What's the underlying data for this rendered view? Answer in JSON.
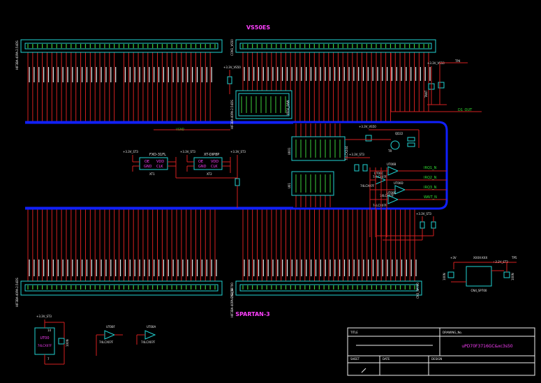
{
  "sheet": {
    "top_title": "VS50ES",
    "bottom_title": "SPARTAN-3",
    "colors": {
      "background": "#000000",
      "wire": "#d42020",
      "bus": "#1020ff",
      "component": "#22d3d3",
      "pin": "#3ccf3c",
      "title": "#ff40ff",
      "label": "#f0f0f0",
      "net_label": "#33e033"
    }
  },
  "connectors": {
    "top_left_label": "HIF3BA-40PA-2.54DS",
    "top_right_label": "CON1_VS50",
    "top_right_label2": "HIF3BA-40PA-2.54DS",
    "bottom_left_label": "HIF3BA-40PA-2.54DS",
    "bottom_right_label": "CN2_SP700",
    "bottom_right_label2": "CN3_SP700",
    "bottom_right_label3": "HIF3BA-40PA-2.54DS"
  },
  "top_area": {
    "vgnd_label": "VGND",
    "d1_label": "D1_OUT",
    "power_label": "+3.3V_VS50",
    "power_label2": "+3.3V_VS50",
    "tp_label": "TP4",
    "cap_label": "TANT",
    "vs50_label": "VS50_RAW"
  },
  "oscillators": {
    "xt1": {
      "name": "FXO-31FL",
      "ref": "XT1",
      "power": "+3.3V_ST3",
      "pins": [
        "OE",
        "VDD",
        "GND",
        "CLK"
      ]
    },
    "xt2": {
      "name": "XT-DIP8P",
      "ref": "XT2",
      "power": "+3.3V_ST3",
      "pins": [
        "OE",
        "VDD",
        "GND",
        "CLK"
      ]
    },
    "res_power": "+3.3V_ST3"
  },
  "center_ics": {
    "u1_ref": "U001",
    "u1_label": "74LCX244",
    "u2_ref": "U01",
    "pwr": "+3.3V_VS50",
    "q_label": "QD22",
    "tr_label": "TR",
    "pwr2": "+3.3V_ST3",
    "buffers": [
      {
        "ref": "UT00B",
        "part": "74LCX07F"
      },
      {
        "ref": "UT00C",
        "part": "74LCX07F"
      },
      {
        "ref": "UT00D",
        "part": "74LCX07F"
      },
      {
        "ref": "UT00E",
        "part": "74LCX07F"
      }
    ],
    "nets": [
      "IRQ1_N",
      "IRQ2_N",
      "IRQ3_N",
      "WAIT_N"
    ],
    "bottom_pwr": "+3.3V_ST3"
  },
  "right_block": {
    "part": "CN4_SP700",
    "pwr1": "+3V",
    "pwr2": "+3.3V_ST3",
    "osc_label": "XXXX-XXX",
    "tp_label": "TP5",
    "cap_label": "100N",
    "cap2_label": "100N"
  },
  "bottom_left": {
    "power": "+3.3V_ST3",
    "ic_ref": "UT00",
    "ic_part": "74LCX07F",
    "pin_top": "14",
    "pin_bot": "7",
    "cap_label": "100N",
    "buf1_ref": "UT00F",
    "buf1_part": "74LCX07F",
    "buf2_ref": "UT00A",
    "buf2_part": "74LCX07F"
  },
  "title_block": {
    "title_label": "TITLE",
    "drawing_label": "DRAWING_No.",
    "drawing_value": "uPD70F3716GC&xc3s50",
    "sheet_label": "SHEET",
    "date_label": "DATE",
    "design_label": "DESIGN"
  }
}
